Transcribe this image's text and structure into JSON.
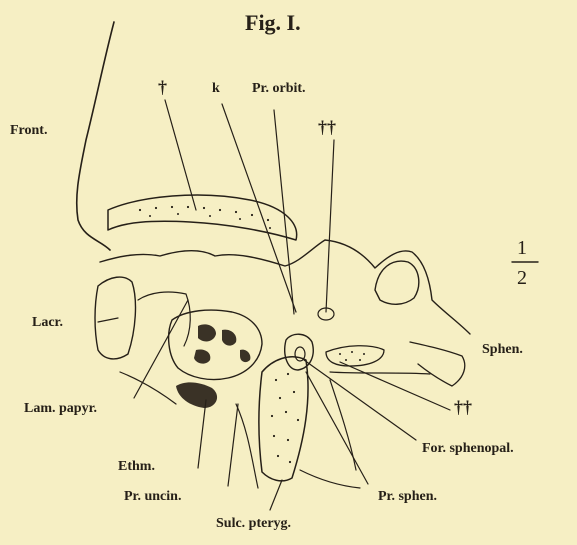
{
  "figure": {
    "title": "Fig. I.",
    "scale": {
      "numerator": "1",
      "denominator": "2"
    }
  },
  "labels": {
    "front": "Front.",
    "dagger": "†",
    "k": "k",
    "pr_orbit": "Pr. orbit.",
    "double_dagger_top": "††",
    "lacr": "Lacr.",
    "lam_papyr": "Lam. papyr.",
    "ethm": "Ethm.",
    "pr_uncin": "Pr. uncin.",
    "sulc_pteryg": "Sulc. pteryg.",
    "pr_sphen": "Pr. sphen.",
    "for_sphenopal": "For. sphenopal.",
    "double_dagger_right": "††",
    "sphen": "Sphen."
  },
  "colors": {
    "paper": "#f6efc4",
    "ink": "#262018"
  }
}
